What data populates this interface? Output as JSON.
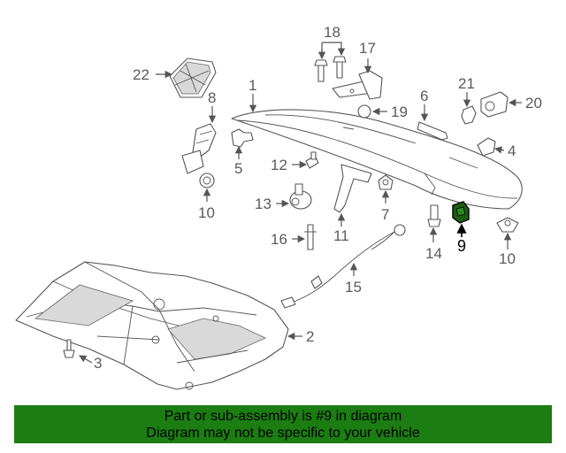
{
  "diagram": {
    "callouts": [
      "22",
      "18",
      "17",
      "8",
      "1",
      "6",
      "21",
      "20",
      "19",
      "4",
      "5",
      "12",
      "10",
      "13",
      "7",
      "11",
      "9",
      "14",
      "10",
      "16",
      "15",
      "2",
      "3"
    ],
    "highlight_color": "#1b5e14"
  },
  "footer": {
    "line1": "Part or sub-assembly is #9 in diagram",
    "line2": "Diagram may not be specific to your vehicle",
    "background": "#1b7d12"
  }
}
